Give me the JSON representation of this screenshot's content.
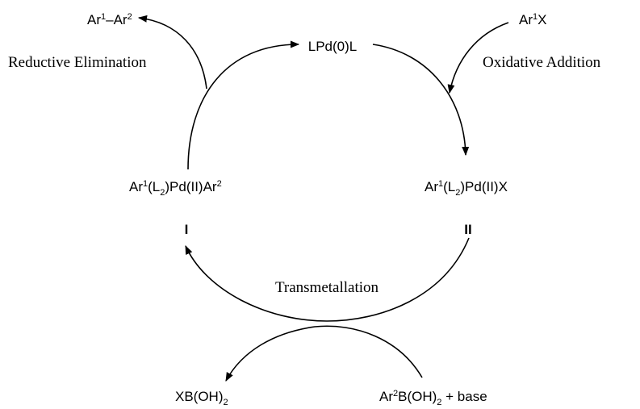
{
  "species": {
    "pd0": {
      "label": "LPd(0)L"
    },
    "ar1x": {
      "base": "Ar",
      "sup": "1",
      "tail": "X"
    },
    "pdX": {
      "p1": "Ar",
      "sup1": "1",
      "p2": "(L",
      "sub2": "2",
      "p3": ")Pd(II)X",
      "numeral": "II"
    },
    "pdAr": {
      "p1": "Ar",
      "sup1": "1",
      "p2": "(L",
      "sub2": "2",
      "p3": ")Pd(II)Ar",
      "sup2": "2",
      "numeral": "I"
    },
    "product": {
      "a": "Ar",
      "sup1": "1",
      "dash": "–",
      "b": "Ar",
      "sup2": "2"
    },
    "boronic": {
      "p1": "Ar",
      "sup1": "2",
      "p2": "B(OH)",
      "sub2": "2",
      "p3": " + base"
    },
    "byproduct": {
      "p1": "XB(OH)",
      "sub1": "2"
    }
  },
  "steps": {
    "reductive_elimination": "Reductive Elimination",
    "oxidative_addition": "Oxidative Addition",
    "transmetallation": "Transmetallation"
  },
  "colors": {
    "ink": "#000000",
    "background": "#ffffff"
  }
}
